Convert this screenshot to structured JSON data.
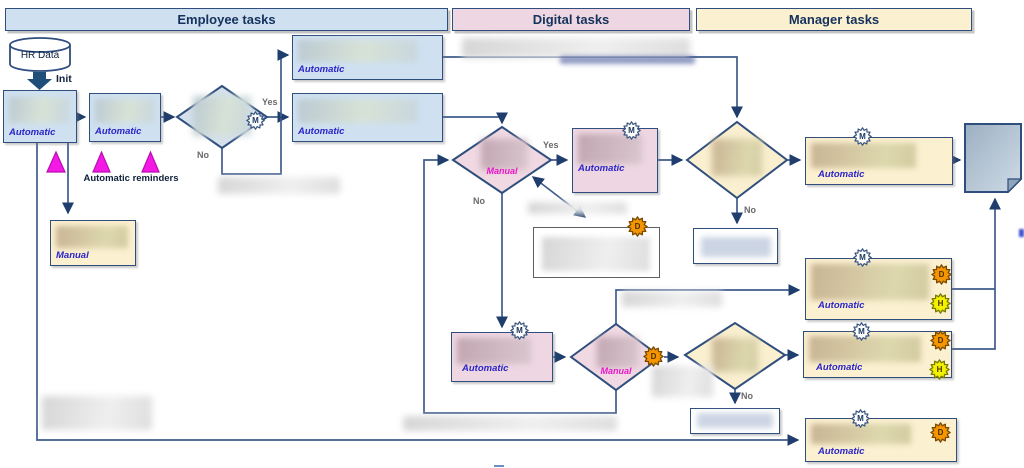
{
  "lanes": [
    {
      "label": "Employee tasks"
    },
    {
      "label": "Digital tasks"
    },
    {
      "label": "Manager tasks"
    }
  ],
  "datastore": {
    "label": "HR Data"
  },
  "flow_labels": {
    "init": "Init",
    "yes": "Yes",
    "no": "No",
    "reminders": "Automatic reminders"
  },
  "badges": {
    "m": "M",
    "d": "D",
    "h": "H"
  },
  "nodes": {
    "start": {
      "mode": "Automatic"
    },
    "notify": {
      "mode": "Automatic"
    },
    "send_top": {
      "mode": "Automatic"
    },
    "send_mid": {
      "mode": "Automatic"
    },
    "offline": {
      "mode": "Manual"
    },
    "review1": {
      "mode": "Manual"
    },
    "process1": {
      "mode": "Automatic"
    },
    "finalize1": {
      "mode": "Automatic"
    },
    "report1": {
      "mode": "Automatic"
    },
    "report2": {
      "mode": "Automatic"
    },
    "process2": {
      "mode": "Automatic"
    },
    "review2": {
      "mode": "Manual"
    },
    "report3": {
      "mode": "Automatic"
    }
  },
  "colors": {
    "lane_employee": "#cfe1f1",
    "lane_digital": "#eed7e2",
    "lane_manager": "#fbf0d0",
    "connector": "#3f5c8c",
    "border": "#2f4e7d",
    "mode_text": "#2a24c8",
    "magenta": "#ea16c9",
    "badge_d": "#f59600",
    "badge_h": "#f2f200"
  }
}
